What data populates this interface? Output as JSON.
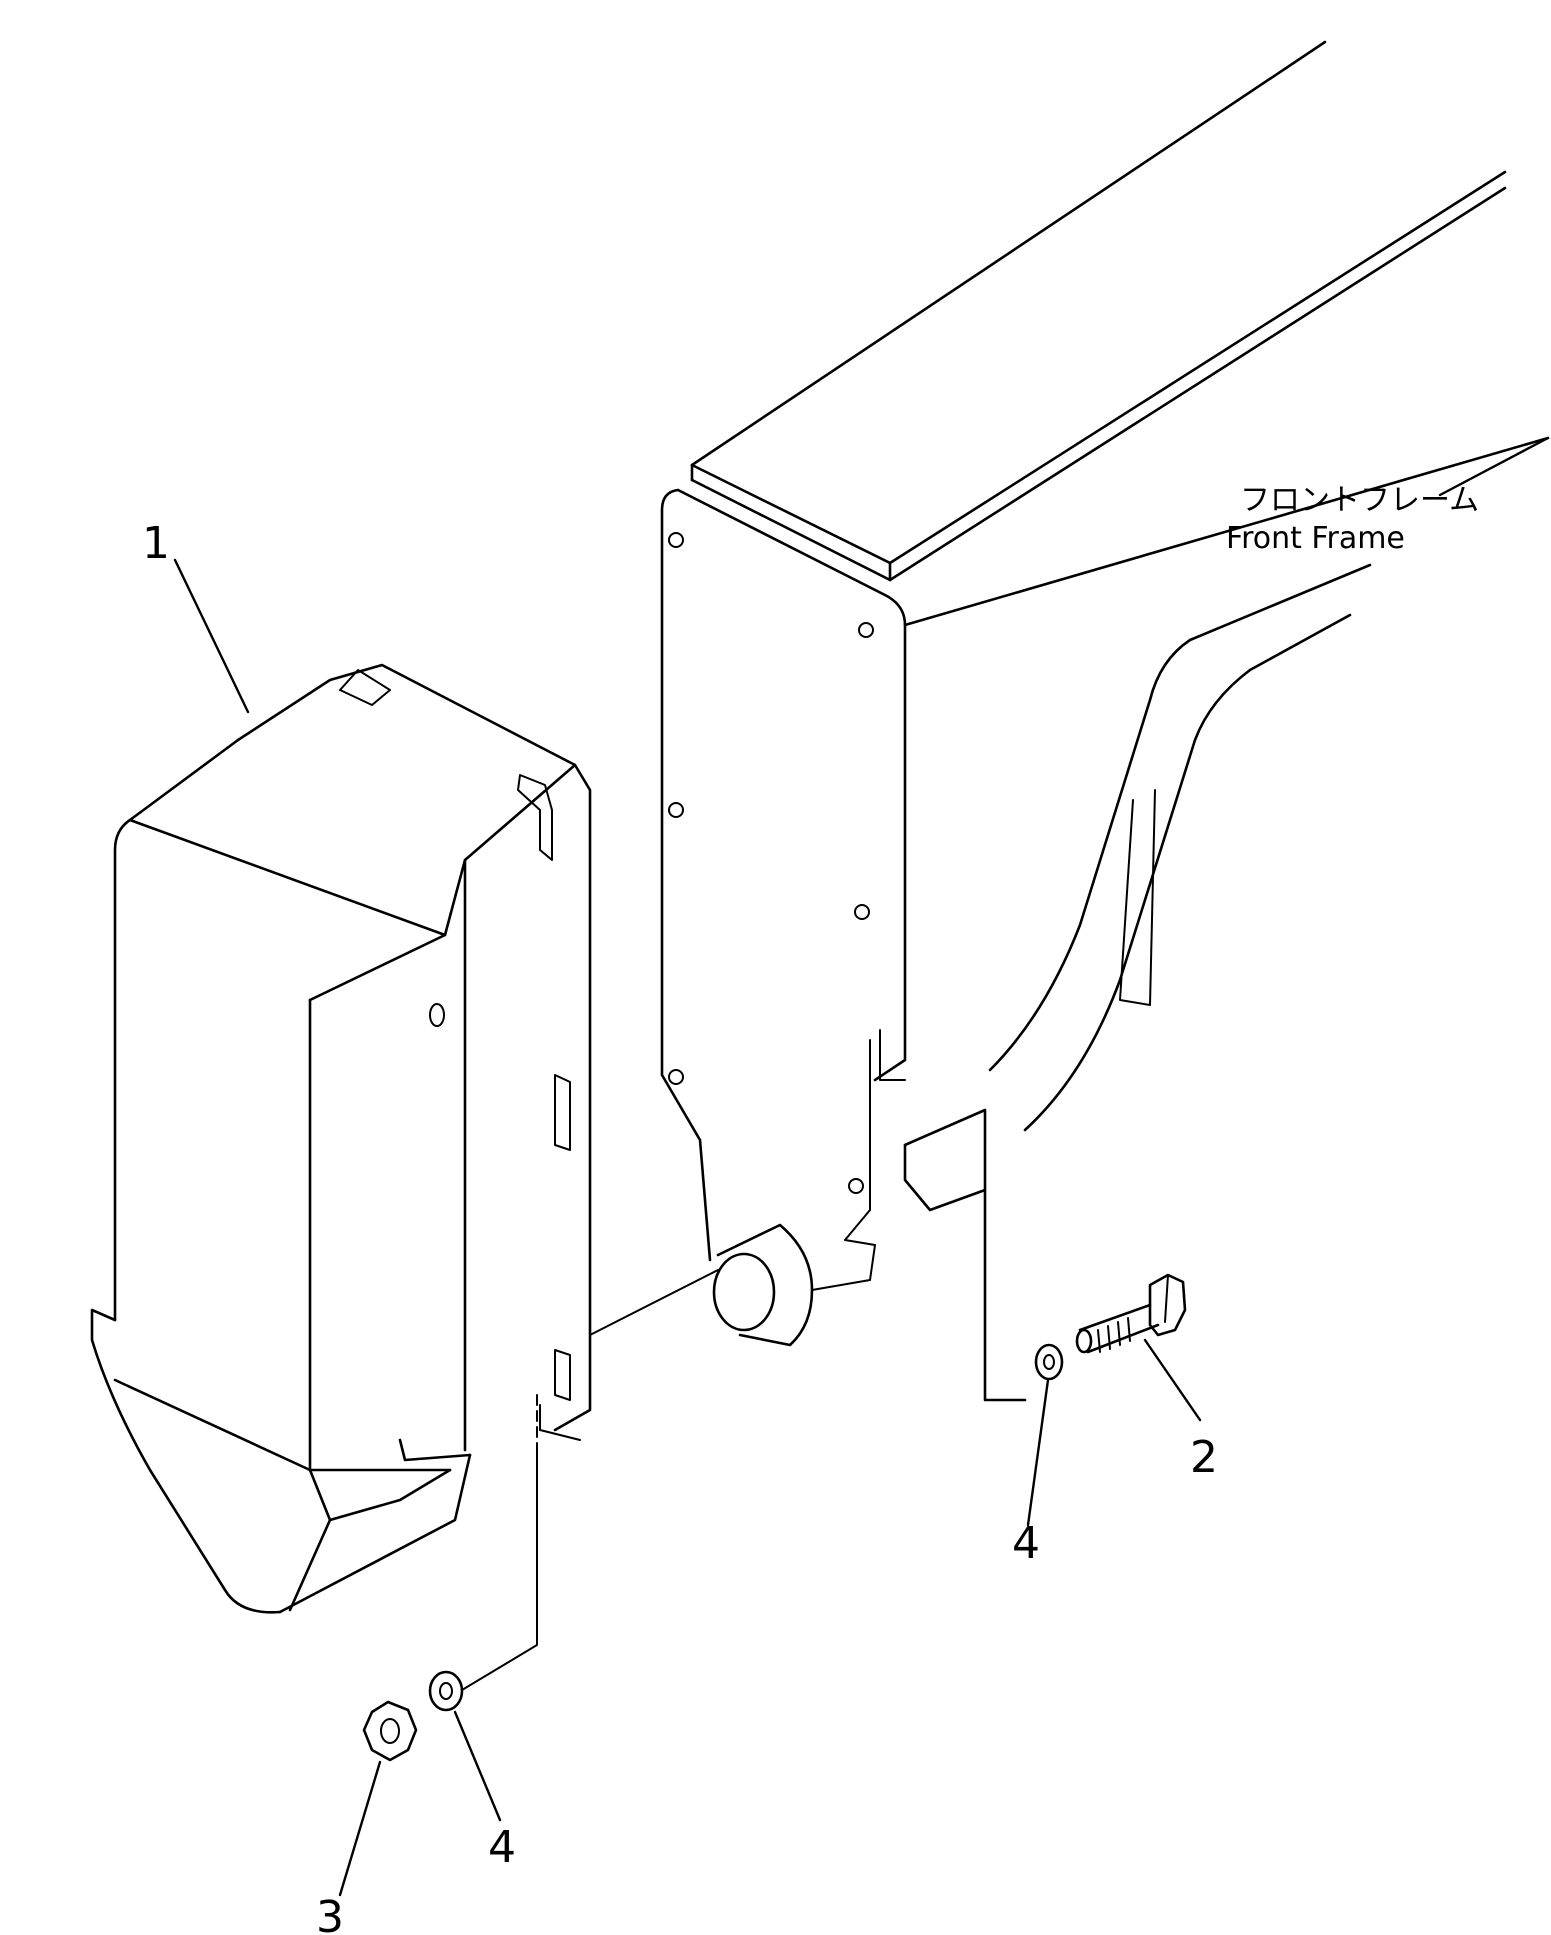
{
  "label_jp": "フロントフレーム",
  "label_en": "Front Frame",
  "callouts": {
    "cover": "1",
    "bolt": "2",
    "nut": "3",
    "washer_right": "4",
    "washer_left": "4"
  }
}
